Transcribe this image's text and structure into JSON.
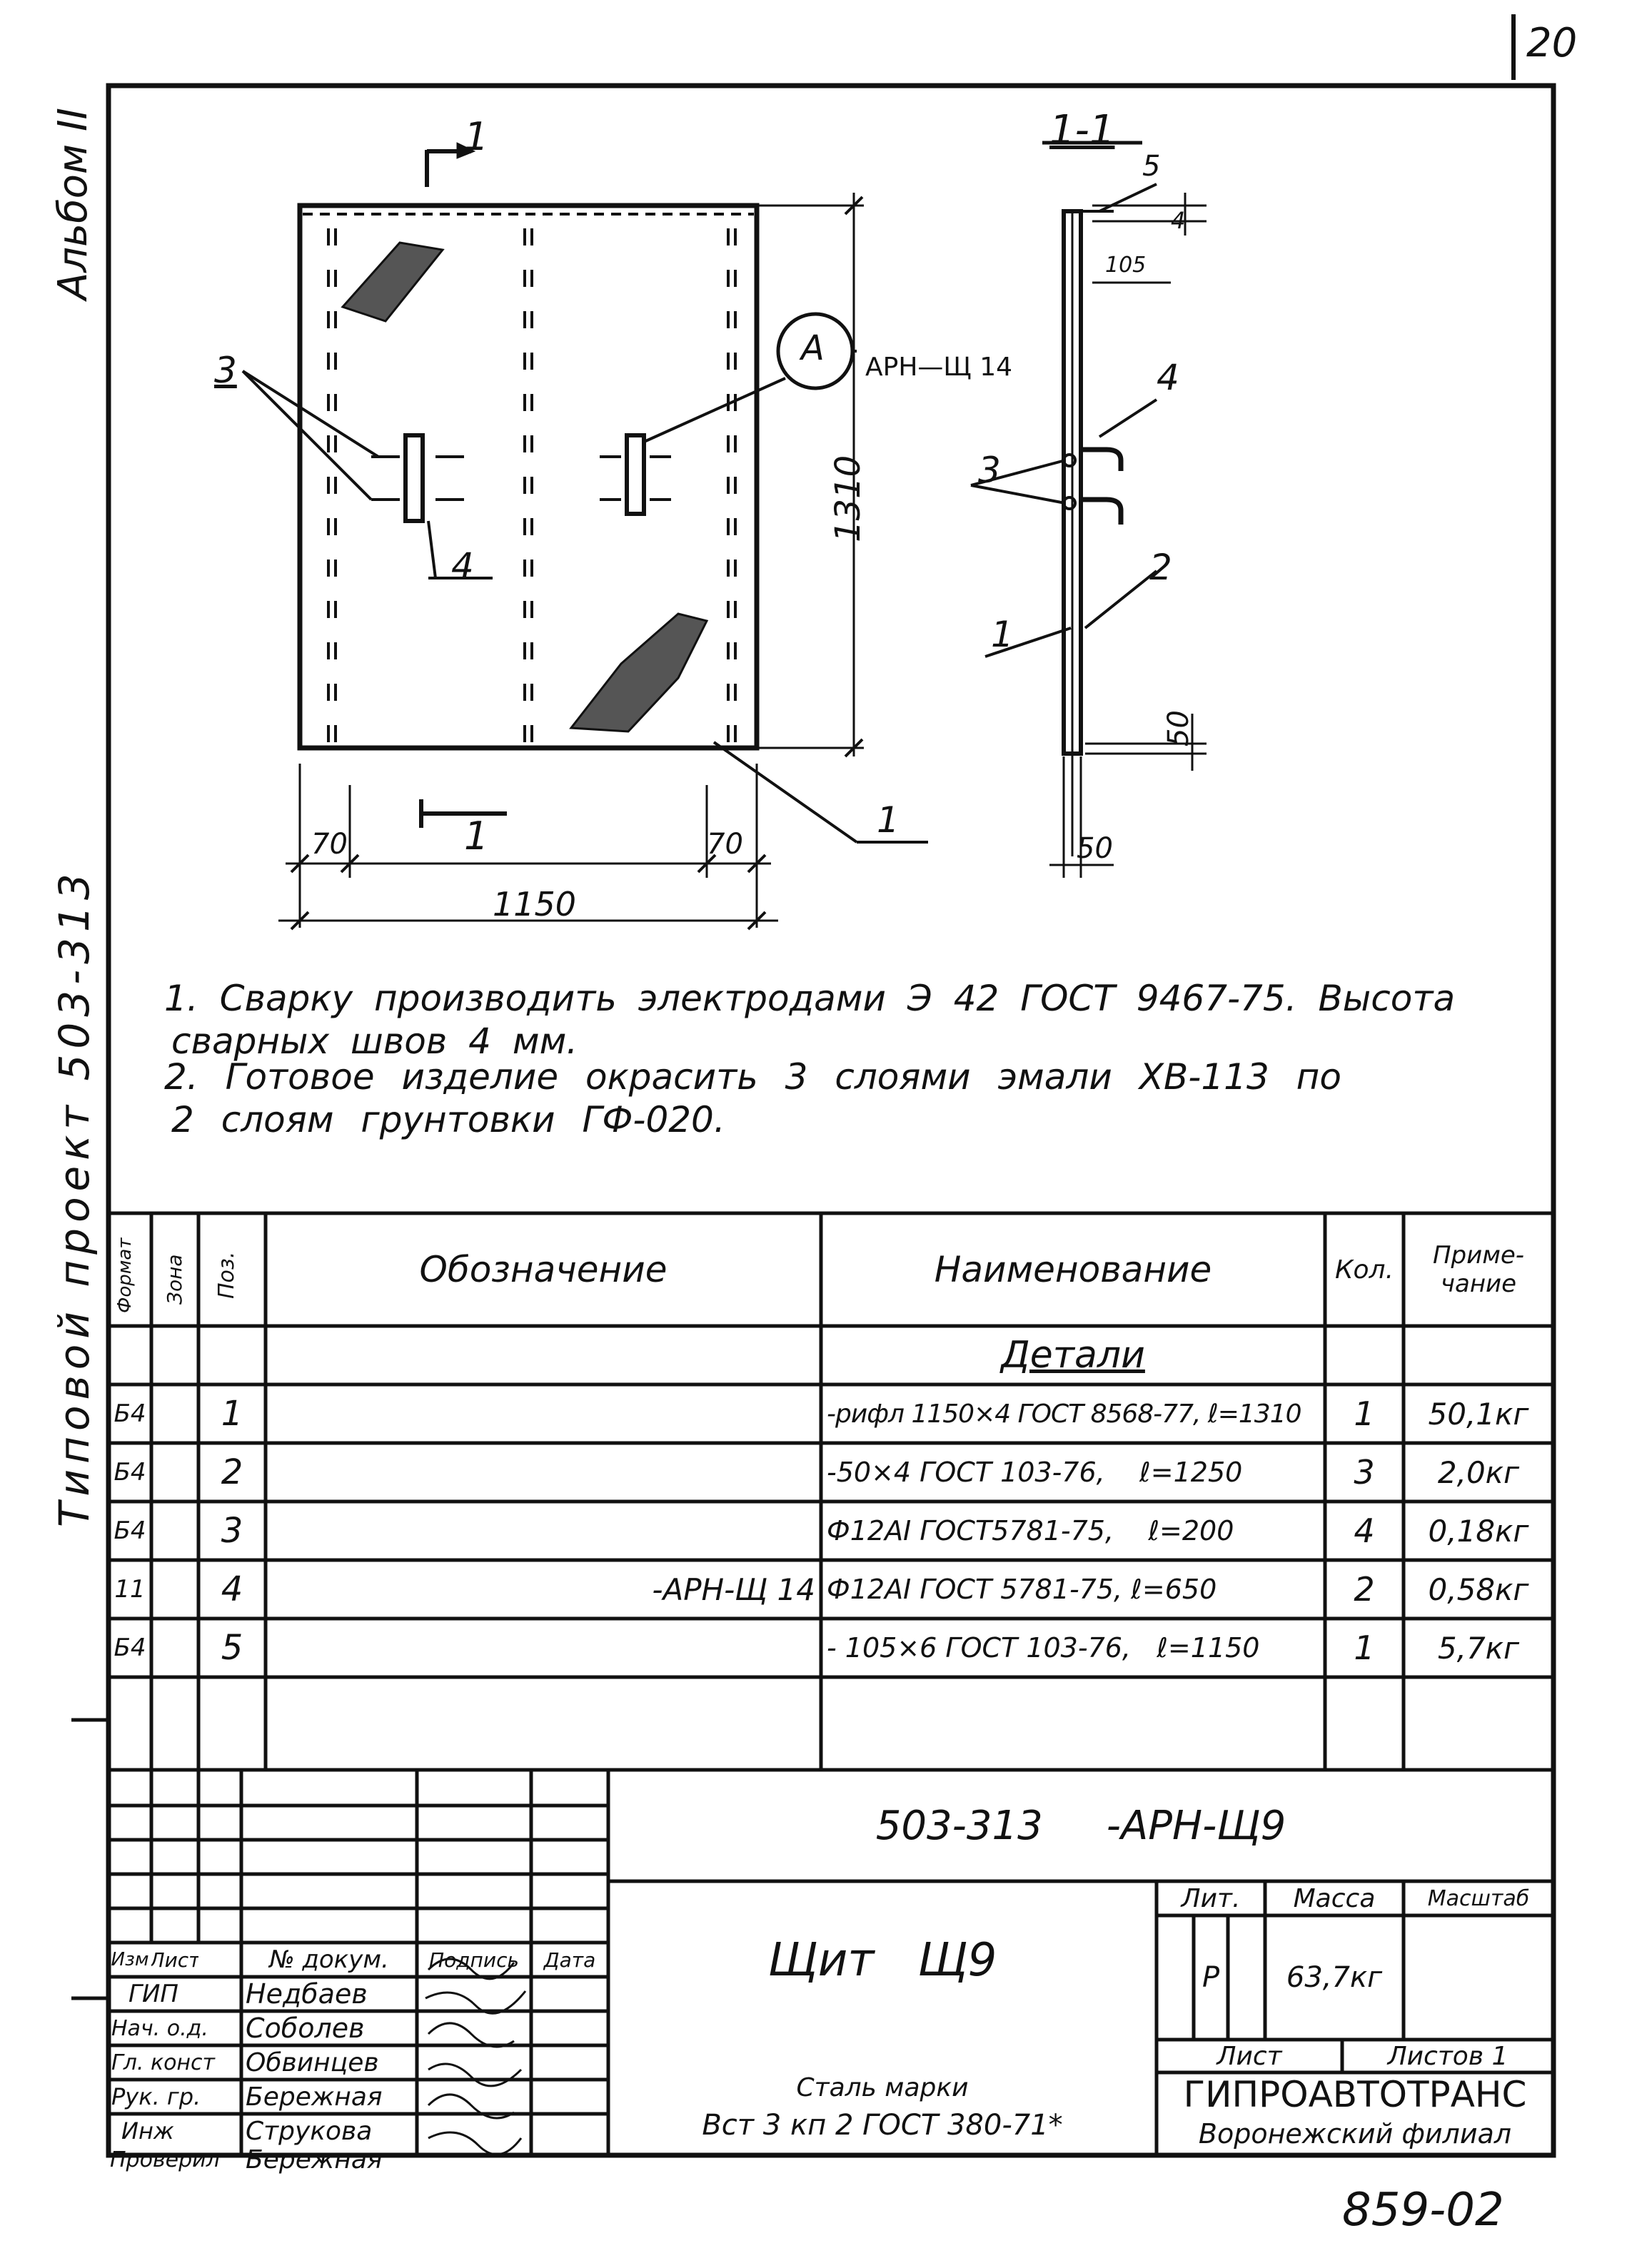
{
  "sheet": {
    "page_number": "20",
    "side_album": "Альбом II",
    "side_project": "Типовой проект 503-313",
    "footer_code": "859-02"
  },
  "drawing": {
    "cut_label_top": "1",
    "cut_label_bottom": "1",
    "section_title": "1-1",
    "callout_circle": "А",
    "callout_ref": "АРН—Щ 14",
    "dim_height": "1310",
    "dim_width": "1150",
    "dim_left": "70",
    "dim_right": "70",
    "dim_top_small": "4",
    "dim_105": "105",
    "dim_50_v": "50",
    "dim_50_h": "50",
    "pos_labels": {
      "p1a": "1",
      "p1b": "1",
      "p2": "2",
      "p3a": "3",
      "p3b": "3",
      "p4a": "4",
      "p4b": "4",
      "p5": "5"
    }
  },
  "notes": [
    "1.  Сварку производить электродами Э 42 ГОСТ 9467-75. Высота",
    "сварных швов 4 мм.",
    "2.  Готовое изделие окрасить 3 слоями эмали ХВ-113 по",
    "2 слоям грунтовки ГФ-020."
  ],
  "spec": {
    "headers": {
      "format": "Формат",
      "zone": "Зона",
      "pos": "Поз.",
      "designation": "Обозначение",
      "name": "Наименование",
      "qty": "Кол.",
      "note": "Приме-чание"
    },
    "section": "Детали",
    "rows": [
      {
        "format": "Б4",
        "pos": "1",
        "designation": "",
        "name": "-рифл 1150×4 ГОСТ 8568-77, ℓ=1310",
        "qty": "1",
        "note": "50,1кг"
      },
      {
        "format": "Б4",
        "pos": "2",
        "designation": "",
        "name": "-50×4 ГОСТ 103-76,    ℓ=1250",
        "qty": "3",
        "note": "2,0кг"
      },
      {
        "format": "Б4",
        "pos": "3",
        "designation": "",
        "name": "Ф12АI ГОСТ5781-75,    ℓ=200",
        "qty": "4",
        "note": "0,18кг"
      },
      {
        "format": "11",
        "pos": "4",
        "designation": "-АРН-Щ 14",
        "name": "Ф12АI ГОСТ 5781-75, ℓ=650",
        "qty": "2",
        "note": "0,58кг"
      },
      {
        "format": "Б4",
        "pos": "5",
        "designation": "",
        "name": "- 105×6 ГОСТ 103-76,   ℓ=1150",
        "qty": "1",
        "note": "5,7кг"
      }
    ]
  },
  "title_block": {
    "doc_code": "503-313     -АРН-Щ9",
    "title": "Щит   Щ9",
    "lit_label": "Лит.",
    "mass_label": "Масса",
    "scale_label": "Масштаб",
    "lit_value": "Р",
    "mass_value": "63,7кг",
    "sheet_label": "Лист",
    "sheets_label": "Листов 1",
    "material_line1": "Сталь марки",
    "material_line2": "Вст 3 кп 2 ГОСТ 380-71*",
    "org_name": "ГИПРОАВТОТРАНС",
    "org_branch": "Воронежский филиал",
    "col_headers": {
      "izm": "Изм",
      "list": "Лист",
      "doc": "№ докум.",
      "sign": "Подпись",
      "date": "Дата"
    },
    "people": [
      {
        "role": "ГИП",
        "name": "Недбаев"
      },
      {
        "role": "Нач. о.д.",
        "name": "Соболев"
      },
      {
        "role": "Гл. конст",
        "name": "Обвинцев"
      },
      {
        "role": "Рук. гр.",
        "name": "Бережная"
      },
      {
        "role": "Инж",
        "name": "Струкова"
      },
      {
        "role": "Проверил",
        "name": "Бережная"
      }
    ]
  }
}
